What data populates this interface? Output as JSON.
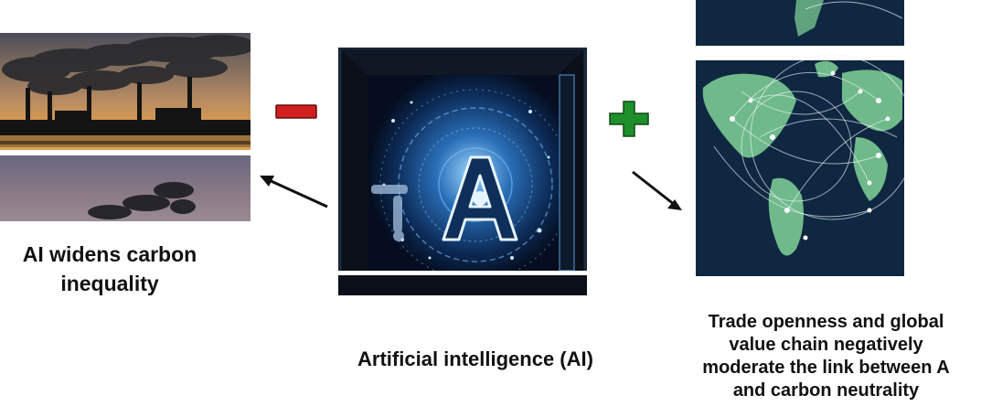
{
  "diagram": {
    "left_panel": {
      "image_icon": "factory-smoke-photo",
      "caption_lines": [
        "AI widens carbon",
        "inequality"
      ]
    },
    "center_panel": {
      "image_icon": "ai-letter-a-circuit-photo",
      "caption": "Artificial intelligence (AI)"
    },
    "right_panel": {
      "image_icon": "world-map-network-photo",
      "caption_lines": [
        "Trade openness and global",
        "value chain negatively",
        "moderate the link between A",
        "and carbon neutrality"
      ]
    },
    "minus_sign": {
      "icon": "minus-icon",
      "color": "#d11f1f"
    },
    "plus_sign": {
      "icon": "plus-icon",
      "color": "#1f8f2b"
    },
    "arrow_color": "#111111"
  }
}
